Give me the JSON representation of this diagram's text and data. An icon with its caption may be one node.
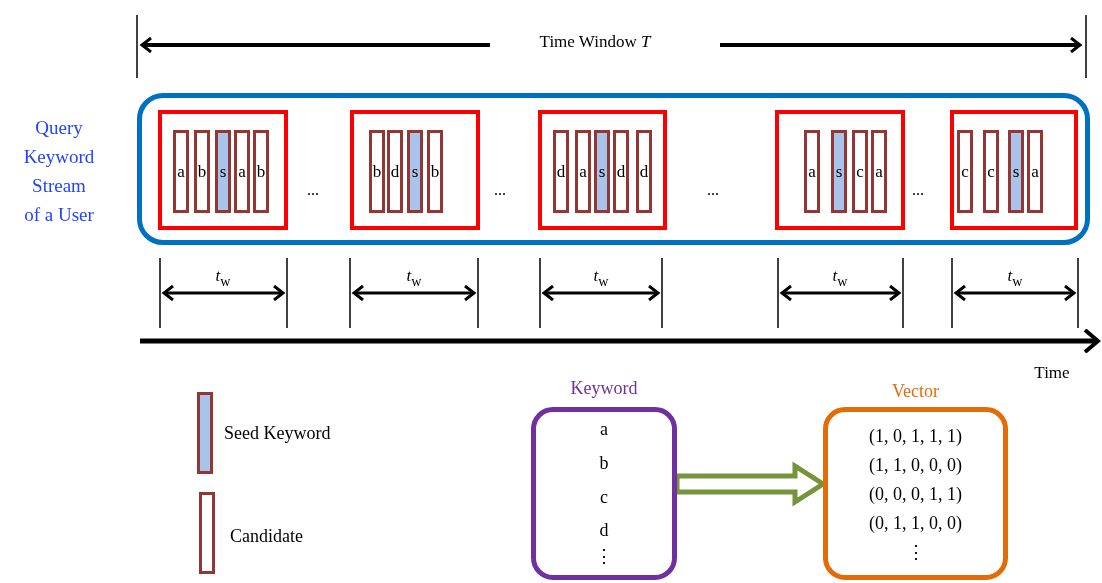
{
  "diagram": {
    "nodes": [
      {
        "text": [],
        "shape": "box",
        "beside": [
          "Query Keyword Stream of a User"
        ]
      },
      {
        "text": [],
        "shape": "box",
        "in": 0
      },
      {
        "text": [
          "a"
        ],
        "in": 1
      },
      {
        "text": [
          "b"
        ],
        "in": 1
      },
      {
        "text": [
          "s"
        ],
        "in": 1
      },
      {
        "text": [
          "a"
        ],
        "in": 1
      },
      {
        "text": [
          "b"
        ],
        "in": 1
      },
      {
        "text": [],
        "shape": "box",
        "in": 0
      },
      {
        "text": [
          "b"
        ],
        "in": 7
      },
      {
        "text": [
          "d"
        ],
        "in": 7
      },
      {
        "text": [
          "s"
        ],
        "in": 7
      },
      {
        "text": [
          "b"
        ],
        "in": 7
      },
      {
        "text": [],
        "shape": "box",
        "in": 0
      },
      {
        "text": [
          "d"
        ],
        "in": 12
      },
      {
        "text": [
          "a"
        ],
        "in": 12
      },
      {
        "text": [
          "s"
        ],
        "in": 12
      },
      {
        "text": [
          "d"
        ],
        "in": 12
      },
      {
        "text": [
          "d"
        ],
        "in": 12
      },
      {
        "text": [],
        "shape": "box",
        "in": 0
      },
      {
        "text": [
          "a"
        ],
        "in": 18
      },
      {
        "text": [
          "s"
        ],
        "in": 18
      },
      {
        "text": [
          "c"
        ],
        "in": 18
      },
      {
        "text": [
          "a"
        ],
        "in": 18
      },
      {
        "text": [],
        "shape": "box",
        "in": 0
      },
      {
        "text": [
          "c"
        ],
        "in": 23
      },
      {
        "text": [
          "c"
        ],
        "in": 23
      },
      {
        "text": [
          "s"
        ],
        "in": 23
      },
      {
        "text": [
          "a"
        ],
        "in": 23
      },
      {
        "text": [
          "Keyword",
          "a",
          "b",
          "c",
          "d",
          "⋮"
        ]
      },
      {
        "text": [
          "Vector",
          "(1, 0, 1, 1, 1)",
          "(1, 1, 0, 0, 0)",
          "(0, 0, 0, 1, 1)",
          "(0, 1, 1, 0, 0)",
          "⋮"
        ]
      }
    ],
    "edges": [
      {
        "from": 28,
        "to": 29,
        "arrow": "to",
        "style": "thick",
        "color": "#77933c"
      }
    ],
    "labels": [
      "Time Window *T*",
      "...",
      "...",
      "...",
      "...",
      "*t*$_{w}$",
      "*t*$_{w}$",
      "*t*$_{w}$",
      "*t*$_{w}$",
      "*t*$_{w}$",
      "Time"
    ],
    "legend": [
      {
        "text": "Seed Keyword",
        "color": "#a9c4eb"
      },
      {
        "text": "Candidate",
        "color": "#ffffff"
      }
    ]
  }
}
